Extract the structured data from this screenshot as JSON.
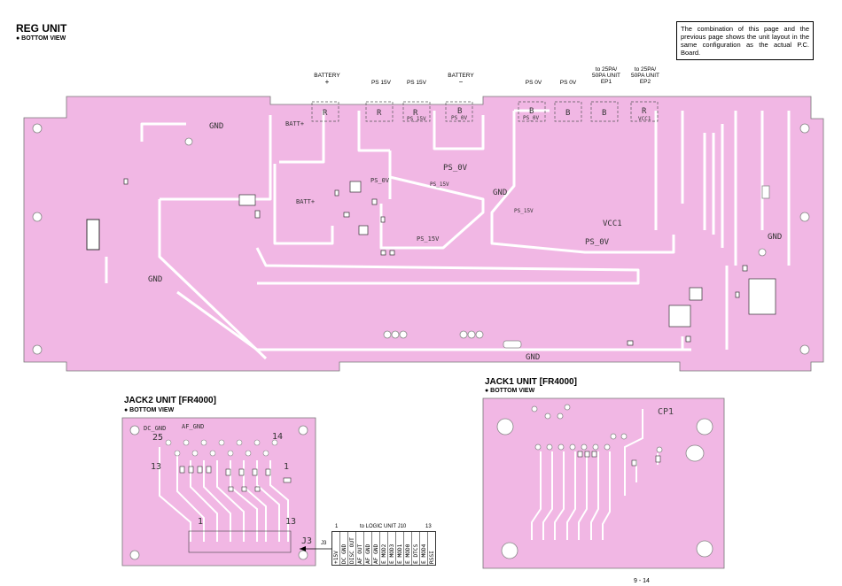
{
  "reg": {
    "title": "REG UNIT",
    "view": "● BOTTOM VIEW",
    "top_labels": [
      {
        "text": "BATTERY",
        "sub": "+"
      },
      {
        "text": "PS 15V",
        "sub": ""
      },
      {
        "text": "PS 15V",
        "sub": ""
      },
      {
        "text": "BATTERY",
        "sub": "−"
      },
      {
        "text": "PS 0V",
        "sub": ""
      },
      {
        "text": "PS 0V",
        "sub": ""
      },
      {
        "text": "to 25PA/ 50PA UNIT EP1",
        "sub": ""
      },
      {
        "text": "to 25PA/ 50PA UNIT EP2",
        "sub": ""
      }
    ],
    "pcb_text": {
      "gnd": "GND",
      "batt_plus": "BATT+",
      "r": "R",
      "b": "B",
      "ps_15v": "PS_15V",
      "ps_0v": "PS_0V",
      "vcc1": "VCC1"
    }
  },
  "note": "The combination of this page and the previous page shows the unit layout in the same configuration as the actual P.C. Board.",
  "jack2": {
    "title": "JACK2 UNIT [FR4000]",
    "view": "● BOTTOM VIEW",
    "dc_gnd": "DC_GND",
    "af_gnd": "AF_GND",
    "n25": "25",
    "n14": "14",
    "n13": "13",
    "n1": "1",
    "j3": "J3"
  },
  "jack1": {
    "title": "JACK1 UNIT [FR4000]",
    "view": "● BOTTOM VIEW",
    "cp1": "CP1"
  },
  "connector": {
    "j3": "J3",
    "start": "1",
    "end": "13",
    "dest": "to LOGIC UNIT J10",
    "pins": [
      "+15V",
      "DC GND",
      "DISC OUT",
      "AF OUT",
      "AF GND",
      "AF GND",
      "E MOD2",
      "E MOD3",
      "E MOD1",
      "E MOD0",
      "E DTCS",
      "E MOD4",
      "RSSI"
    ]
  },
  "page": "9 - 14"
}
